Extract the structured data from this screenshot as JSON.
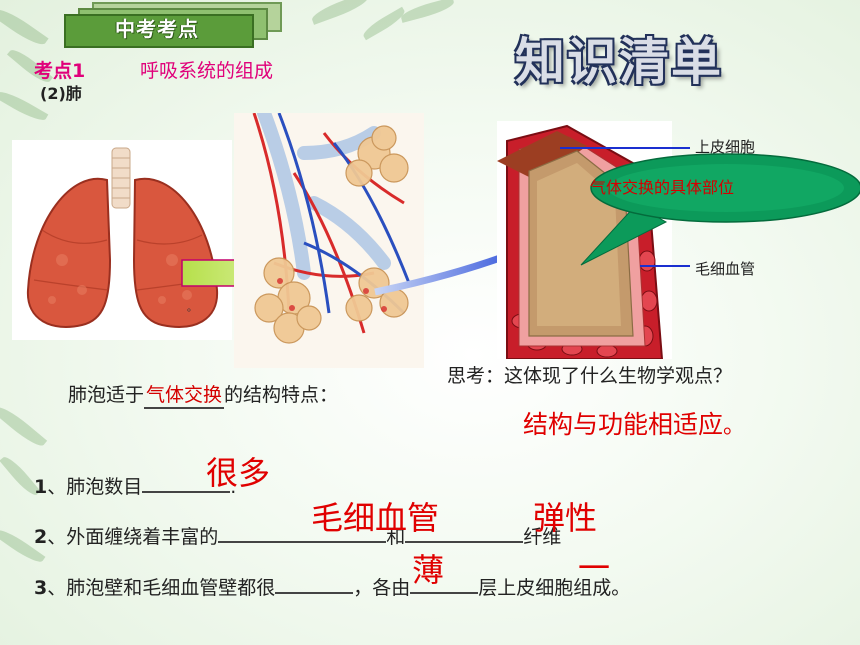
{
  "header": {
    "tab_label": "中考考点",
    "big_title": "知识清单"
  },
  "topic": {
    "tag": "考点1",
    "title": "呼吸系统的组成",
    "sub_label": "(2)肺"
  },
  "diagram": {
    "label_epithelium": "上皮细胞",
    "label_capillary": "毛细血管",
    "callout": "气体交换的具体部位"
  },
  "question": {
    "prefix": "肺泡适于",
    "blank": "气体交换",
    "suffix": "的结构特点：",
    "think": "思考：这体现了什么生物学观点？",
    "think_answer": "结构与功能相适应",
    "think_answer_end": "。"
  },
  "items": [
    {
      "num": "1",
      "text_a": "、肺泡数目",
      "text_b": ".",
      "fill": "很多"
    },
    {
      "num": "2",
      "text_a": "、外面缠绕着丰富的",
      "text_mid": "和",
      "text_b": "纤维",
      "fill1": "毛细血管",
      "fill2": "弹性"
    },
    {
      "num": "3",
      "text_a": "、肺泡壁和毛细血管壁都很",
      "text_mid": "，各由",
      "text_b": "层上皮细胞组成。",
      "fill1": "薄",
      "fill2": "一"
    }
  ]
}
